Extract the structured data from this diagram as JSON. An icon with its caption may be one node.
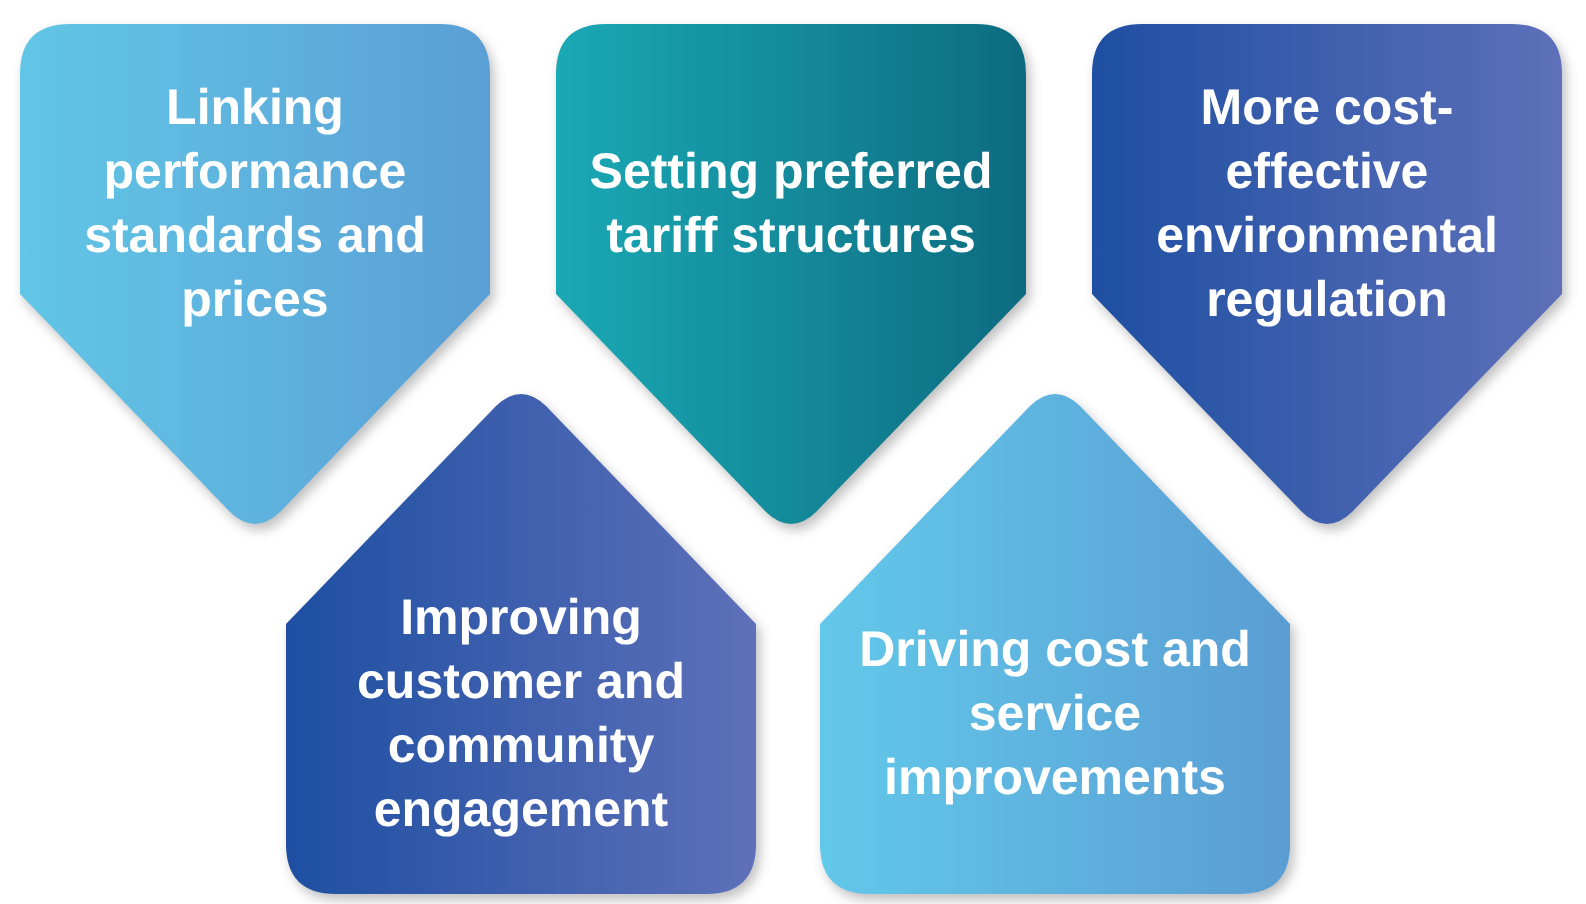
{
  "diagram": {
    "nodes": [
      {
        "text": [
          "Linking performance standards and prices"
        ]
      },
      {
        "text": [
          "Setting preferred tariff structures"
        ]
      },
      {
        "text": [
          "More cost-effective environmental regulation"
        ]
      },
      {
        "text": [
          "Improving customer and community engagement"
        ]
      },
      {
        "text": [
          "Driving cost and service improvements"
        ]
      }
    ]
  }
}
